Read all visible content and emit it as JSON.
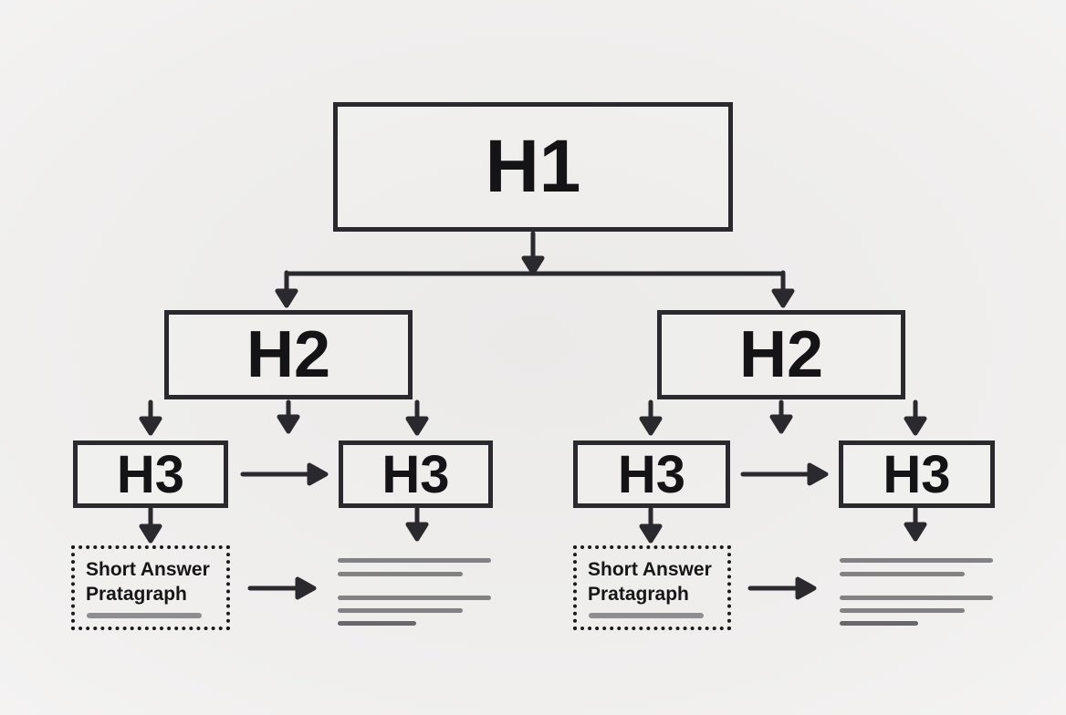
{
  "nodes": {
    "h1": {
      "label": "H1"
    },
    "h2_left": {
      "label": "H2"
    },
    "h2_right": {
      "label": "H2"
    },
    "h3_left_first": {
      "label": "H3"
    },
    "h3_left_second": {
      "label": "H3"
    },
    "h3_right_first": {
      "label": "H3"
    },
    "h3_right_second": {
      "label": "H3"
    },
    "short_answer_left": {
      "line1": "Short Answer",
      "line2": "Pratagraph"
    },
    "short_answer_right": {
      "line1": "Short Answer",
      "line2": "Pratagraph"
    }
  },
  "colors": {
    "background": "#f0efee",
    "stroke": "#2a2a2e",
    "text": "#141416",
    "paragraph_line": "#828285",
    "paragraph_line_dark": "#68686c",
    "underline_bar": "#8e8e90"
  }
}
